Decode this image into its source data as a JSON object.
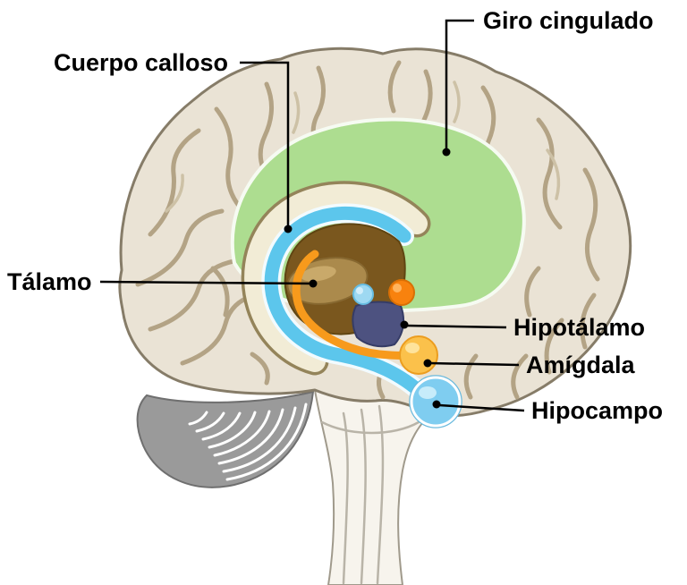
{
  "figure": {
    "labels": [
      {
        "id": "giro-cingulado",
        "text": "Giro cingulado"
      },
      {
        "id": "cuerpo-calloso",
        "text": "Cuerpo calloso"
      },
      {
        "id": "talamo",
        "text": "Tálamo"
      },
      {
        "id": "hipotalamo",
        "text": "Hipotálamo"
      },
      {
        "id": "amigdala",
        "text": "Amígdala"
      },
      {
        "id": "hipocampo",
        "text": "Hipocampo"
      }
    ],
    "colors": {
      "cortex": "#eae3d5",
      "cortex_outline": "#867c68",
      "cingulate_green": "#addd90",
      "corpus_callosum_cream": "#f2ecd6",
      "corpus_callosum_edge": "#94845a",
      "fornix_blue": "#5cc6ec",
      "center_brown": "#7a571e",
      "thalamus_brown": "#ab8a4c",
      "hypothalamus_navy": "#4d5280",
      "stria_orange": "#f79a1c",
      "orange_nucleus": "#f8820e",
      "blue_nucleus": "#9ed9f2",
      "amygdala_yellow": "#fbc14b",
      "hippocampus_blue": "#7fcdf0",
      "cerebellum_gray": "#9a9a9a",
      "brainstem_white": "#f7f4ed",
      "label_color": "#000000"
    }
  }
}
